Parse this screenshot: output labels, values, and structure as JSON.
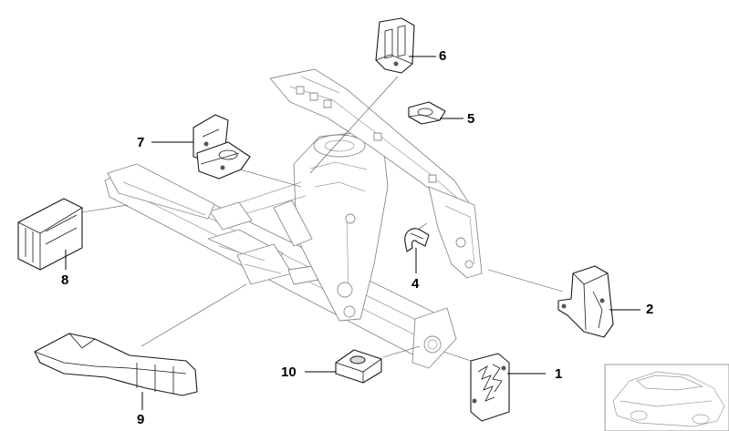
{
  "labels": {
    "p1": "1",
    "p2": "2",
    "p4": "4",
    "p5": "5",
    "p6": "6",
    "p7": "7",
    "p8": "8",
    "p9": "9",
    "p10": "10"
  },
  "colors": {
    "ink": "#1a1a1a",
    "frame": "#8a8a8a",
    "background": "#ffffff"
  }
}
